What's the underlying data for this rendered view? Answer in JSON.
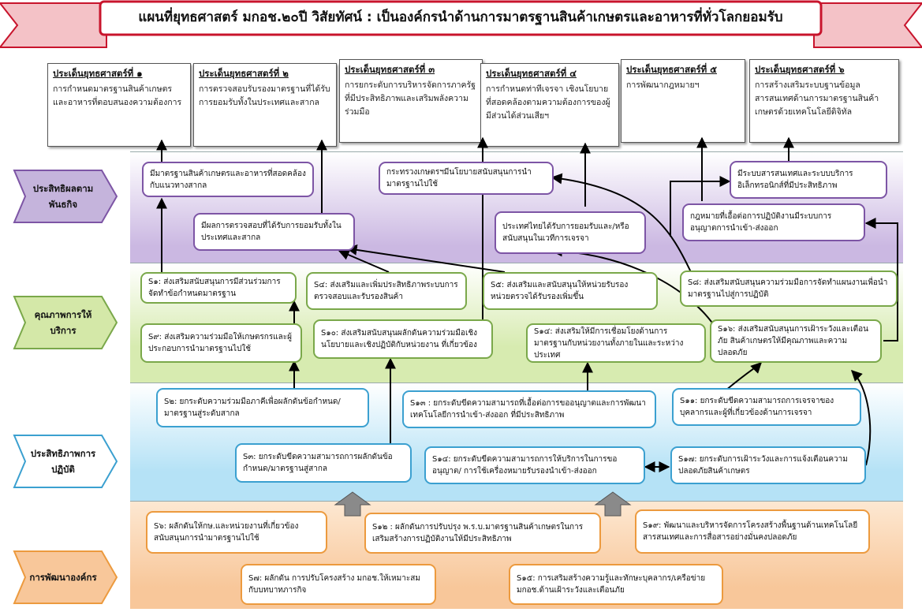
{
  "header": {
    "title": "แผนที่ยุทธศาสตร์ มกอช.๒๐ปี วิสัยทัศน์ : เป็นองค์กรนำด้านการมาตรฐานสินค้าเกษตรและอาหารที่ทั่วโลกยอมรับ"
  },
  "themes": [
    {
      "title": "ประเด็นยุทธศาสตร์ที่ ๑",
      "text": "การกำหนดมาตรฐานสินค้าเกษตร และอาหารที่ตอบสนองความต้องการ"
    },
    {
      "title": "ประเด็นยุทธศาสตร์ที่ ๒",
      "text": "การตรวจสอบรับรองมาตรฐานที่ได้รับการยอมรับทั้งในประเทศและสากล"
    },
    {
      "title": "ประเด็นยุทธศาสตร์ที่ ๓",
      "text": "การยกระดับการบริหารจัดการภาครัฐที่มีประสิทธิภาพและเสริมพลังความร่วมมือ"
    },
    {
      "title": "ประเด็นยุทธศาสตร์ที่ ๔",
      "text": "การกำหนดท่าทีเจรจา เชิงนโยบายที่สอดคล้องตามความต้องการของผู้มีส่วนได้ส่วนเสียฯ"
    },
    {
      "title": "ประเด็นยุทธศาสตร์ที่ ๕",
      "text": "การพัฒนากฎหมายฯ"
    },
    {
      "title": "ประเด็นยุทธศาสตร์ที่ ๖",
      "text": "การสร้างเสริมระบบฐานข้อมูลสารสนเทศด้านการมาตรฐานสินค้าเกษตรด้วยเทคโนโลยีดิจิทัล"
    }
  ],
  "perspectives": {
    "p1": "ประสิทธิผลตามพันธกิจ",
    "p2": "คุณภาพการให้บริการ",
    "p3": "ประสิทธิภาพการปฏิบัติ",
    "p4": "การพัฒนาองค์กร"
  },
  "nodes": {
    "e1": "มีมาตรฐานสินค้าเกษตรและอาหารที่สอดคล้องกับแนวทางสากล",
    "e2": "มีผลการตรวจสอบที่ได้รับการยอมรับทั้งในประเทศและสากล",
    "e3": "กระทรวงเกษตรฯมีนโยบายสนับสนุนการนำมาตรฐานไปใช้",
    "e4": "ประเทศไทยได้รับการยอมรับและ/หรือสนับสนุนในเวทีการเจรจา",
    "e5": "มีระบบสารสนเทศและระบบบริการอิเล็กทรอนิกส์ที่มีประสิทธิภาพ",
    "e6": "กฎหมายที่เอื้อต่อการปฏิบัติงานมีระบบการอนุญาตการนำเข้า-ส่งออก",
    "s1": "S๑: ส่งเสริมสนับสนุนการมีส่วนร่วมการจัดทำข้อกำหนดมาตรฐาน",
    "s4": "S๔: ส่งเสริมและเพิ่มประสิทธิภาพระบบการตรวจสอบและรับรองสินค้า",
    "s5": "S๕: ส่งเสริมและสนับสนุนให้หน่วยรับรอง หน่วยตรวจได้รับรองเพิ่มขึ้น",
    "s8": "S๘: ส่งเสริมสนับสนุนความร่วมมือการจัดทำแผนงานเพื่อนำมาตรฐานไปสู่การปฏิบัติ",
    "s9": "S๙: ส่งเสริมความร่วมมือให้เกษตรกรและผู้ประกอบการนำมาตรฐานไปใช้",
    "s10": "S๑๐: ส่งเสริมสนับสนุนผลักดันความร่วมมือเชิงนโยบายและเชิงปฏิบัติกับหน่วยงาน ที่เกี่ยวข้อง",
    "s14": "S๑๔: ส่งเสริมให้มีการเชื่อมโยงด้านการมาตรฐานกับหน่วยงานทั้งภายในและระหว่างประเทศ",
    "s16": "S๑๖: ส่งเสริมสนับสนุนการเฝ้าระวังและเตือนภัย สินค้าเกษตรให้มีคุณภาพและความปลอดภัย",
    "s2": "S๒: ยกระดับความร่วมมือภาคีเพื่อผลักดันข้อกำหนด/มาตรฐานสู่ระดับสากล",
    "s13": "S๑๓ : ยกระดับขีดความสามารถที่เอื้อต่อการขออนุญาตและการพัฒนาเทคโนโลยีการนำเข้า-ส่งออก ที่มีประสิทธิภาพ",
    "s11": "S๑๑: ยกระดับขีดความสามารถการเจรจาของบุคลากรและผู้ที่เกี่ยวข้องด้านการเจรจา",
    "s3": "S๓: ยกระดับขีดความสามารถการผลักดันข้อกำหนด/มาตรฐานสู่สากล",
    "s14b": "S๑๔: ยกระดับขีดความสามารถการให้บริการในการขออนุญาต/ การใช้เครื่องหมายรับรองนำเข้า-ส่งออก",
    "s17": "S๑๗: ยกระดับการเฝ้าระวังและการแจ้งเตือนความปลอดภัยสินค้าเกษตร",
    "s6": "S๖: ผลักดันให้กษ.และหน่วยงานที่เกี่ยวข้องสนับสนุนการนำมาตรฐานไปใช้",
    "s12": "S๑๒ : ผลักดันการปรับปรุง พ.ร.บ.มาตรฐานสินค้าเกษตรในการเสริมสร้างการปฏิบัติงานให้มีประสิทธิภาพ",
    "s19": "S๑๙: พัฒนาและบริหารจัดการโครงสร้างพื้นฐานด้านเทคโนโลยีสารสนเทศและการสื่อสารอย่างมั่นคงปลอดภัย",
    "s7": "S๗: ผลักดัน การปรับโครงสร้าง มกอช.ให้เหมาะสมกับบทบาทภารกิจ",
    "s15": "S๑๕: การเสริมสร้างความรู้และทักษะบุคลากร/เครือข่าย มกอช.ด้านเฝ้าระวังและเตือนภัย"
  },
  "colors": {
    "purple": "#7d55a5",
    "green": "#7aa84a",
    "blue": "#3ba0d0",
    "orange": "#ec9a3e",
    "arrow_red": "#c8142c"
  }
}
